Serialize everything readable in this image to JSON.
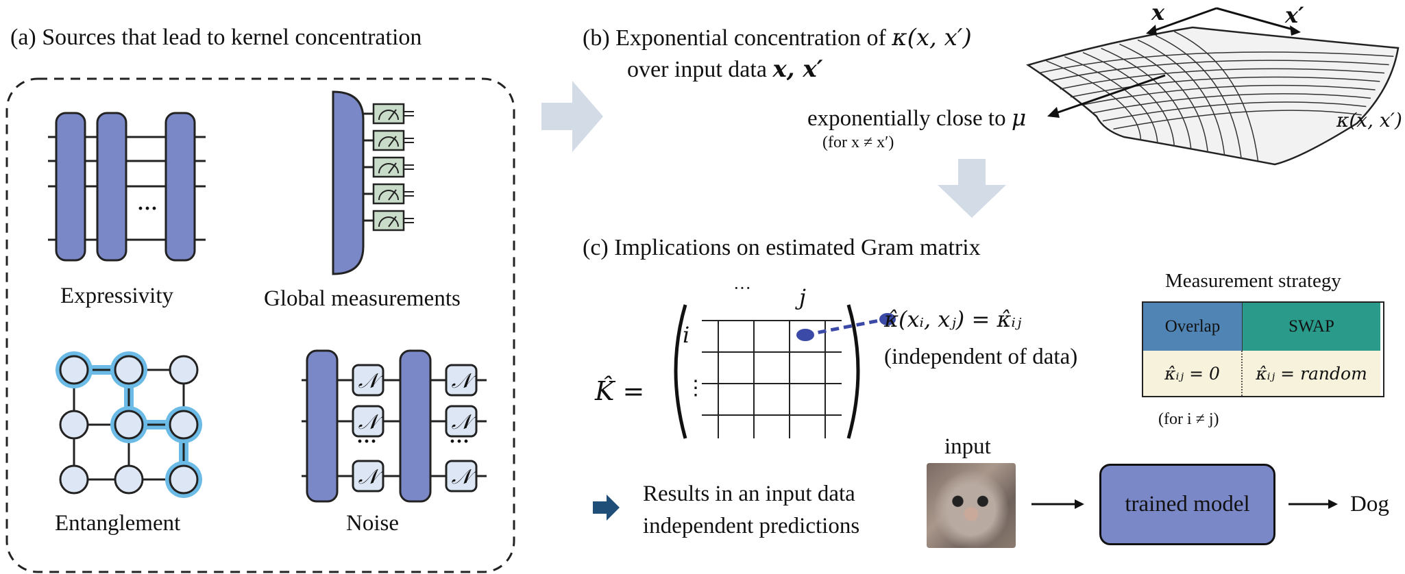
{
  "panel_a": {
    "title": "(a)  Sources that lead to kernel concentration",
    "expressivity": "Expressivity",
    "global_measurements": "Global measurements",
    "entanglement": "Entanglement",
    "noise": "Noise",
    "dots": "···",
    "noise_symbol": "𝒩"
  },
  "panel_b": {
    "title_line1": "(b)  Exponential concentration of",
    "title_math": "κ(x, x′)",
    "title_line2": "over input data",
    "title_line2_math": "x, x′",
    "axis_x": "x",
    "axis_xprime": "x′",
    "close_label": "exponentially close to",
    "mu": "μ",
    "condition": "(for x ≠ x′)",
    "surface_label": "κ(x, x′)"
  },
  "panel_c": {
    "title": "(c)  Implications on estimated Gram matrix",
    "k_hat": "K̂ =",
    "col_dots": "···",
    "col_j": "j",
    "row_i": "i",
    "row_dots": "⋮",
    "entry_formula": "κ̂(xᵢ, xⱼ) = κ̂ᵢⱼ",
    "independent": "(independent of data)",
    "strategy_title": "Measurement strategy",
    "strategy": {
      "overlap_label": "Overlap",
      "swap_label": "SWAP",
      "overlap_value": "κ̂ᵢⱼ = 0",
      "swap_value": "κ̂ᵢⱼ = random",
      "overlap_color": "#4f84b5",
      "swap_color": "#2a9a8a",
      "value_bg": "#f7f2dc"
    },
    "strategy_condition": "(for i ≠ j)",
    "result_line1": "Results in an input data",
    "result_line2": "independent predictions",
    "input_label": "input",
    "model_label": "trained model",
    "output_label": "Dog"
  },
  "colors": {
    "gate": "#7b88c8",
    "node_fill": "#dde6f4",
    "node_glow": "#6bbbe6",
    "meter_fill": "#c9dcc9",
    "arrow_light": "#d3dbe7",
    "arrow_dark": "#1f4e79"
  }
}
